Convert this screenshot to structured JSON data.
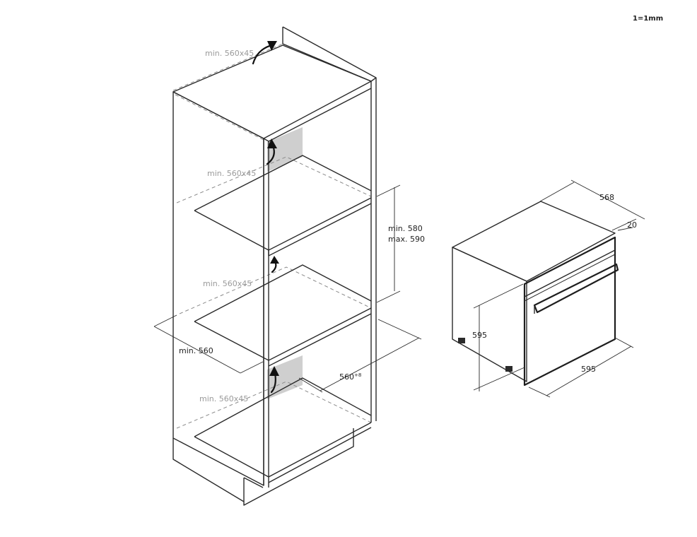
{
  "scale_note": "1=1mm",
  "cabinet": {
    "vent_top": "min. 560x45",
    "vent_upper": "min. 560x45",
    "vent_middle": "min. 560x45",
    "vent_lower": "min. 560x45",
    "niche_height": {
      "line1": "min. 580",
      "line2": "max. 590"
    },
    "niche_width": "min. 560",
    "niche_depth": "560",
    "niche_depth_tolerance": "+8"
  },
  "oven": {
    "depth": "568",
    "front_offset": "20",
    "height": "595",
    "width": "595"
  }
}
